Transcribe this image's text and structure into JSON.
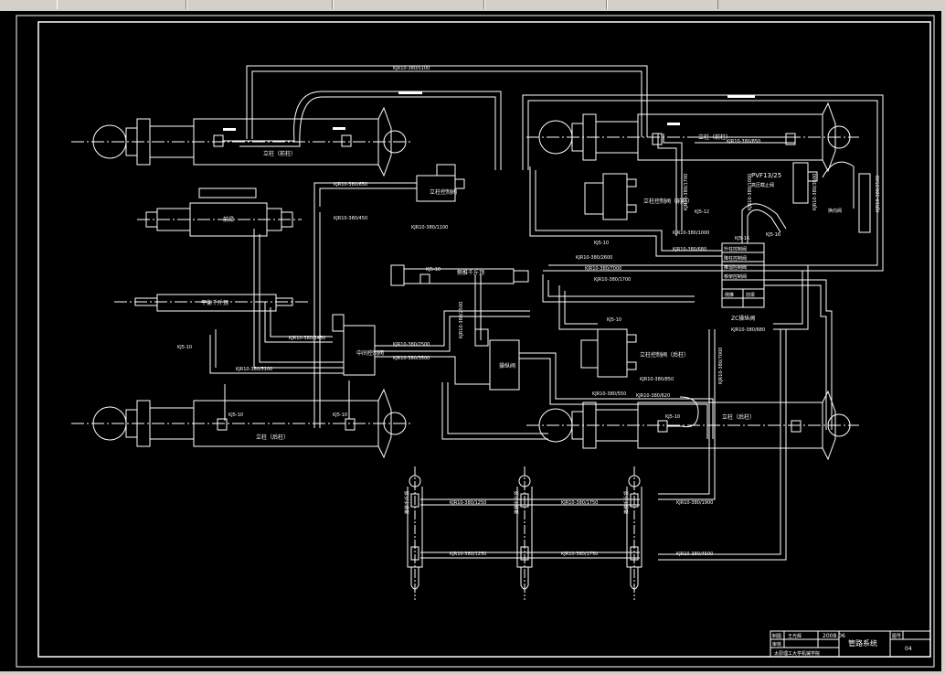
{
  "title_block": {
    "label_draw": "制图",
    "label_check": "审核",
    "designer": "王光辉",
    "date": "2008.06",
    "drawing_title": "管路系统",
    "sheet_label": "图号",
    "sheet_no": "04",
    "school": "太原理工大学机械学院"
  },
  "components": {
    "front_left_strut": "立柱（前柱）",
    "front_right_strut": "立柱（前柱）",
    "rear_left_strut": "立柱（后柱）",
    "rear_right_strut": "立柱（后柱）",
    "balance_jack": "平衡千斤顶",
    "side_jack": "侧推千斤顶",
    "front_beam_jack": "前梁",
    "front_control_valve": "立柱控制阀（前柱）",
    "rear_control_valve": "立柱控制阀（后柱）",
    "left_control_valve": "立柱控制阀",
    "zc_valve_group": "ZC操纵阀",
    "filter_label": "PVF13/25",
    "filter_sub": "高压截止阀",
    "valve_2": "中间控制阀",
    "valve_pilot": "操纵阀",
    "valve_left_small": "换向阀",
    "jack_label": "推移千斤顶"
  },
  "hoses": {
    "h1": "KJR10-380/5100",
    "h2": "KJR10-380/650",
    "h3": "KJR10-380/450",
    "h4": "KJR10-380/1100",
    "h5": "KJR10-380/2600",
    "h6": "KJR10-380/1450",
    "h7": "KJR10-380/2500",
    "h8": "KJR10-380/1000",
    "h9": "KJR10-380/3500",
    "h10": "KJR10-380/1700",
    "h11": "KJR10-380/1900",
    "h12": "KJR10-380/680",
    "h13": "KJR10-380/1250",
    "h14": "KJR10-380/1750",
    "h15": "KJR10-380/4500",
    "h16": "KJR10-380/7000",
    "h17": "KJR10-380/850",
    "h18": "KJR10-380/550",
    "h19": "KJR10-380/620"
  },
  "couplers": {
    "k1": "KJ5-10",
    "k2": "KJ5-12",
    "k3": "KJ5-16"
  },
  "valve_group_rows": [
    "升柱控制阀",
    "降柱控制阀",
    "推溜控制阀",
    "移架控制阀",
    "侧推",
    "前梁"
  ],
  "colors": {
    "background": "#000000",
    "lines": "#ffffff",
    "chrome": "#d4d0c8"
  }
}
